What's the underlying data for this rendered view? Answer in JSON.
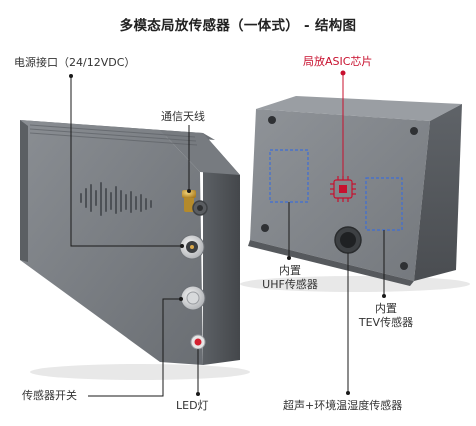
{
  "title": "多模态局放传感器（一体式） - 结构图",
  "labels": {
    "power_port": "电源接口（24/12VDC）",
    "antenna": "通信天线",
    "asic": "局放ASIC芯片",
    "uhf_line1": "内置",
    "uhf_line2": "UHF传感器",
    "tev_line1": "内置",
    "tev_line2": "TEV传感器",
    "sensor_switch": "传感器开关",
    "led": "LED灯",
    "ultrasonic": "超声+环境温湿度传感器"
  },
  "colors": {
    "highlight": "#c8102e",
    "leader": "#1a1a1a",
    "body_dark": "#5a5d61",
    "body_mid": "#7b7f84",
    "body_light": "#9a9ea3",
    "sensor_outline": "#3d6ed6"
  }
}
